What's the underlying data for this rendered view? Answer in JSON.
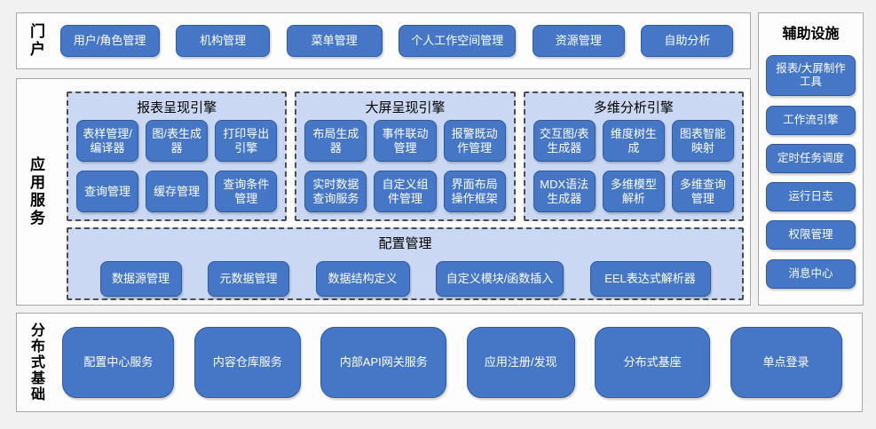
{
  "colors": {
    "button_fill": "#4577c6",
    "button_border": "#2e5aa0",
    "panel_fill": "#cad8f3",
    "section_fill": "#fdfdfd",
    "page_background": "#f1f1f1",
    "button_text": "#ffffff"
  },
  "portal": {
    "label": "门户",
    "items": [
      "用户/角色管理",
      "机构管理",
      "菜单管理",
      "个人工作空间管理",
      "资源管理",
      "自助分析"
    ]
  },
  "app": {
    "label": "应用服务",
    "engines": [
      {
        "title": "报表呈现引擎",
        "buttons": [
          "表样管理/编译器",
          "图/表生成器",
          "打印导出引擎",
          "查询管理",
          "缓存管理",
          "查询条件管理"
        ]
      },
      {
        "title": "大屏呈现引擎",
        "buttons": [
          "布局生成器",
          "事件联动管理",
          "报警既动作管理",
          "实时数据查询服务",
          "自定义组件管理",
          "界面布局操作框架"
        ]
      },
      {
        "title": "多维分析引擎",
        "buttons": [
          "交互图/表生成器",
          "维度树生成",
          "图表智能映射",
          "MDX语法生成器",
          "多维模型解析",
          "多维查询管理"
        ]
      }
    ],
    "config": {
      "title": "配置管理",
      "items": [
        "数据源管理",
        "元数据管理",
        "数据结构定义",
        "自定义模块/函数插入",
        "EEL表达式解析器"
      ]
    }
  },
  "aux": {
    "title": "辅助设施",
    "items": [
      "报表/大屏制作工具",
      "工作流引擎",
      "定时任务调度",
      "运行日志",
      "权限管理",
      "消息中心"
    ]
  },
  "base": {
    "label": "分布式基础",
    "items": [
      "配置中心服务",
      "内容仓库服务",
      "内部API网关服务",
      "应用注册/发现",
      "分布式基座",
      "单点登录"
    ]
  }
}
